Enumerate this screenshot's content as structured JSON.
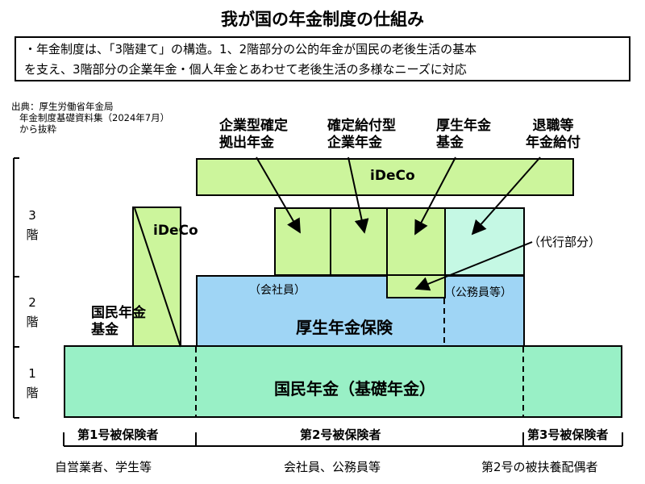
{
  "title": "我が国の年金制度の仕組み",
  "description": {
    "line1": "・年金制度は、「3階建て」の構造。1、2階部分の公的年金が国民の老後生活の基本",
    "line2": "を支え、3階部分の企業年金・個人年金とあわせて老後生活の多様なニーズに対応"
  },
  "source": {
    "line1": "出典：厚生労働省年金局",
    "line2": "年金制度基礎資料集（2024年7月）",
    "line3": "から抜粋"
  },
  "floors": {
    "third": {
      "num": "3",
      "kai": "階"
    },
    "second": {
      "num": "2",
      "kai": "階"
    },
    "first": {
      "num": "1",
      "kai": "階"
    }
  },
  "top_labels": {
    "dc": {
      "line1": "企業型確定",
      "line2": "拠出年金"
    },
    "db": {
      "line1": "確定給付型",
      "line2": "企業年金"
    },
    "kikin": {
      "line1": "厚生年金",
      "line2": "基金"
    },
    "taishoku": {
      "line1": "退職等",
      "line2": "年金給付"
    }
  },
  "boxes": {
    "ideco_top": "iDeCo",
    "ideco_left": "iDeCo",
    "kokumin_kikin": {
      "line1": "国民年金",
      "line2": "基金"
    },
    "daiko": "（代行部分）",
    "kaishain": "（会社員）",
    "koumuin": "（公務員等）",
    "kosei": "厚生年金保険",
    "kokumin": "国民年金（基礎年金）"
  },
  "categories": {
    "first": "第1号被保険者",
    "second": "第2号被保険者",
    "third": "第3号被保険者"
  },
  "bottom": {
    "first": "自営業者、学生等",
    "second": "会社員、公務員等",
    "third": "第2号の被扶養配偶者"
  }
}
